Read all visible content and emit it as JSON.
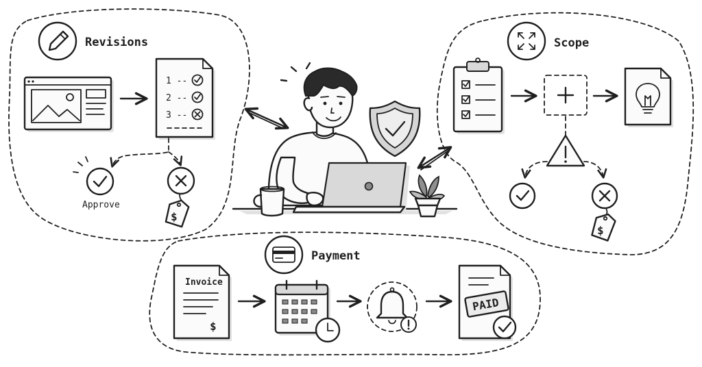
{
  "diagram": {
    "revisions": {
      "title": "Revisions",
      "title_icon": "pencil-icon",
      "checklist": [
        "1 --",
        "2 --",
        "3 --"
      ],
      "approve_label": "Approve",
      "fee_symbol": "$"
    },
    "scope": {
      "title": "Scope",
      "title_icon": "expand-arrows-icon",
      "fee_symbol": "$"
    },
    "payment": {
      "title": "Payment",
      "title_icon": "credit-card-icon",
      "invoice_label": "Invoice",
      "invoice_symbol": "$",
      "paid_stamp": "PAID"
    },
    "center": {
      "figure": "freelancer-at-laptop",
      "shield_icon": "shield-check-icon"
    }
  }
}
